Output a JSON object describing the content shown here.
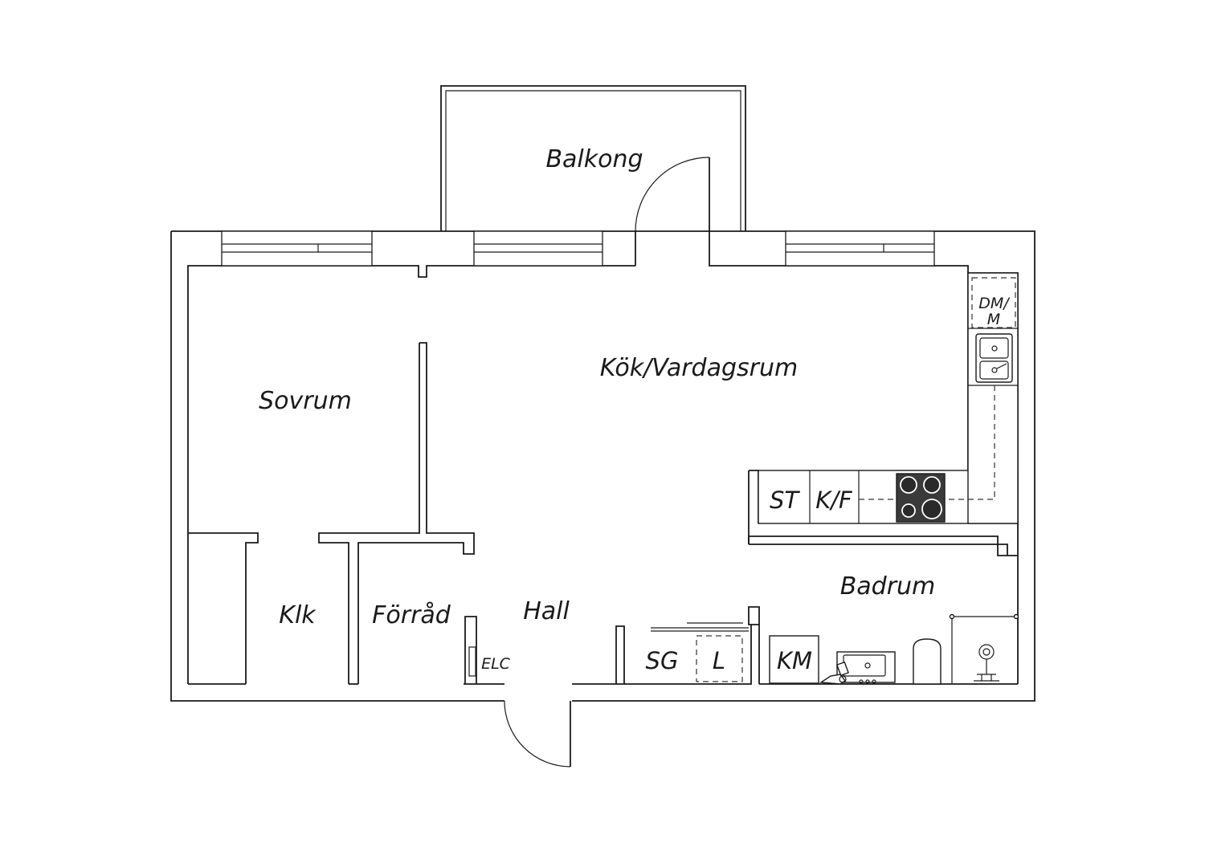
{
  "labels": {
    "balkong": "Balkong",
    "kok_vardagsrum": "Kök/Vardagsrum",
    "sovrum": "Sovrum",
    "klk": "Klk",
    "forrad": "Förråd",
    "hall": "Hall",
    "badrum": "Badrum",
    "elc": "ELC",
    "st": "ST",
    "kf": "K/F",
    "dm_line1": "DM/",
    "dm_line2": "M",
    "sg": "SG",
    "l": "L",
    "km": "KM"
  },
  "colors": {
    "line": "#1a1a1a",
    "stove": "#3a3a3a",
    "background": "#ffffff"
  }
}
